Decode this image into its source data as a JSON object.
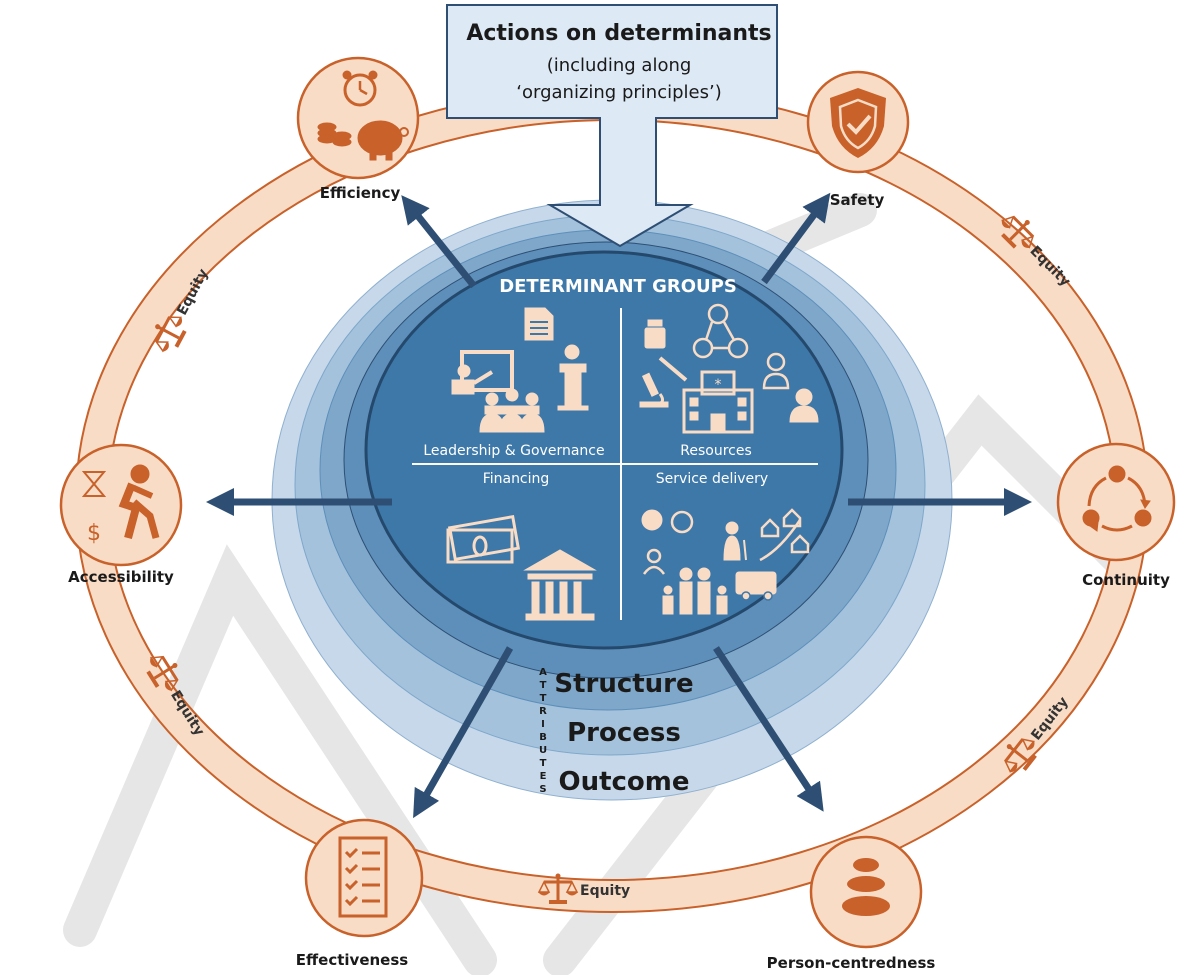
{
  "header": {
    "title": "Actions on determinants",
    "subtitle_line1": "(including along",
    "subtitle_line2": "‘organizing principles’)"
  },
  "center": {
    "title": "DETERMINANT GROUPS",
    "quadrants": {
      "leadership": "Leadership & Governance",
      "resources": "Resources",
      "financing": "Financing",
      "service_delivery": "Service delivery"
    }
  },
  "attributes": {
    "vertical_label": [
      "A",
      "T",
      "T",
      "R",
      "I",
      "B",
      "U",
      "T",
      "E",
      "S"
    ],
    "rings": [
      "Structure",
      "Process",
      "Outcome"
    ]
  },
  "outer_nodes": {
    "efficiency": "Efficiency",
    "safety": "Safety",
    "accessibility": "Accessibility",
    "continuity": "Continuity",
    "effectiveness": "Effectiveness",
    "person_centredness": "Person-centredness"
  },
  "equity_label": "Equity",
  "icons": {
    "efficiency": "alarm-clock-coins-piggy-bank-icon",
    "safety": "shield-check-icon",
    "accessibility": "hourglass-dollar-walking-person-icon",
    "continuity": "circular-arrows-icon",
    "effectiveness": "checklist-icon",
    "person_centredness": "stacked-stones-icon",
    "equity": "balance-scale-icon"
  },
  "colors": {
    "orange": "#c8612a",
    "orange_light": "#f9dcc6",
    "navy": "#2e4f73",
    "blue_inner": "#3e78a8",
    "ring1": "#5d8fba",
    "ring2": "#7ea7ca",
    "ring3": "#a5c2dc",
    "ring4": "#c6d8ea",
    "header_box": "#dde9f5"
  }
}
